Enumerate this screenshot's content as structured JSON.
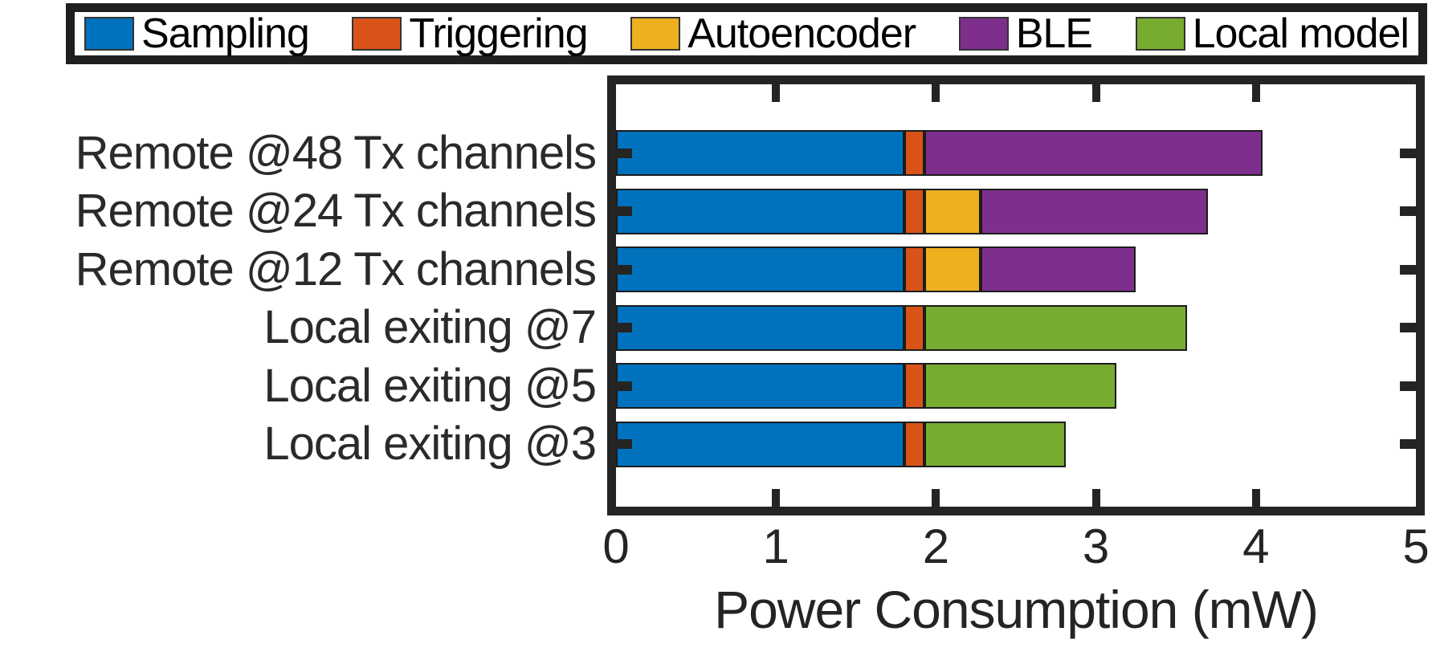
{
  "legend": {
    "items": [
      {
        "label": "Sampling",
        "color": "#0072BD"
      },
      {
        "label": "Triggering",
        "color": "#D95319"
      },
      {
        "label": "Autoencoder",
        "color": "#EDB120"
      },
      {
        "label": "BLE",
        "color": "#7E2F8E"
      },
      {
        "label": "Local model",
        "color": "#77AC30"
      }
    ]
  },
  "chart_data": {
    "type": "bar",
    "orientation": "horizontal-stacked",
    "categories": [
      "Remote @48 Tx channels",
      "Remote @24 Tx channels",
      "Remote @12 Tx channels",
      "Local exiting @7",
      "Local exiting @5",
      "Local exiting @3"
    ],
    "series": [
      {
        "name": "Sampling",
        "color": "#0072BD",
        "values": [
          1.8,
          1.8,
          1.8,
          1.8,
          1.8,
          1.8
        ]
      },
      {
        "name": "Triggering",
        "color": "#D95319",
        "values": [
          0.13,
          0.13,
          0.13,
          0.13,
          0.13,
          0.13
        ]
      },
      {
        "name": "Autoencoder",
        "color": "#EDB120",
        "values": [
          0,
          0.35,
          0.35,
          0,
          0,
          0
        ]
      },
      {
        "name": "BLE",
        "color": "#7E2F8E",
        "values": [
          2.11,
          1.42,
          0.97,
          0,
          0,
          0
        ]
      },
      {
        "name": "Local model",
        "color": "#77AC30",
        "values": [
          0,
          0,
          0,
          1.64,
          1.2,
          0.88
        ]
      }
    ],
    "totals": [
      4.04,
      3.7,
      3.25,
      3.57,
      3.13,
      2.81
    ],
    "xlabel": "Power Consumption (mW)",
    "xlim": [
      0,
      5
    ],
    "x_ticks": [
      0,
      1,
      2,
      3,
      4,
      5
    ],
    "x_minor_tick_marks": [
      1,
      2,
      3,
      4
    ],
    "legend_position": "top",
    "grid": false
  },
  "colors": {
    "axis": "#242424",
    "text": "#2a2a2a",
    "background": "#ffffff",
    "segment_outline": "#1c1c1c"
  },
  "geometry_note": "x axis spans 0 to 5 mW"
}
